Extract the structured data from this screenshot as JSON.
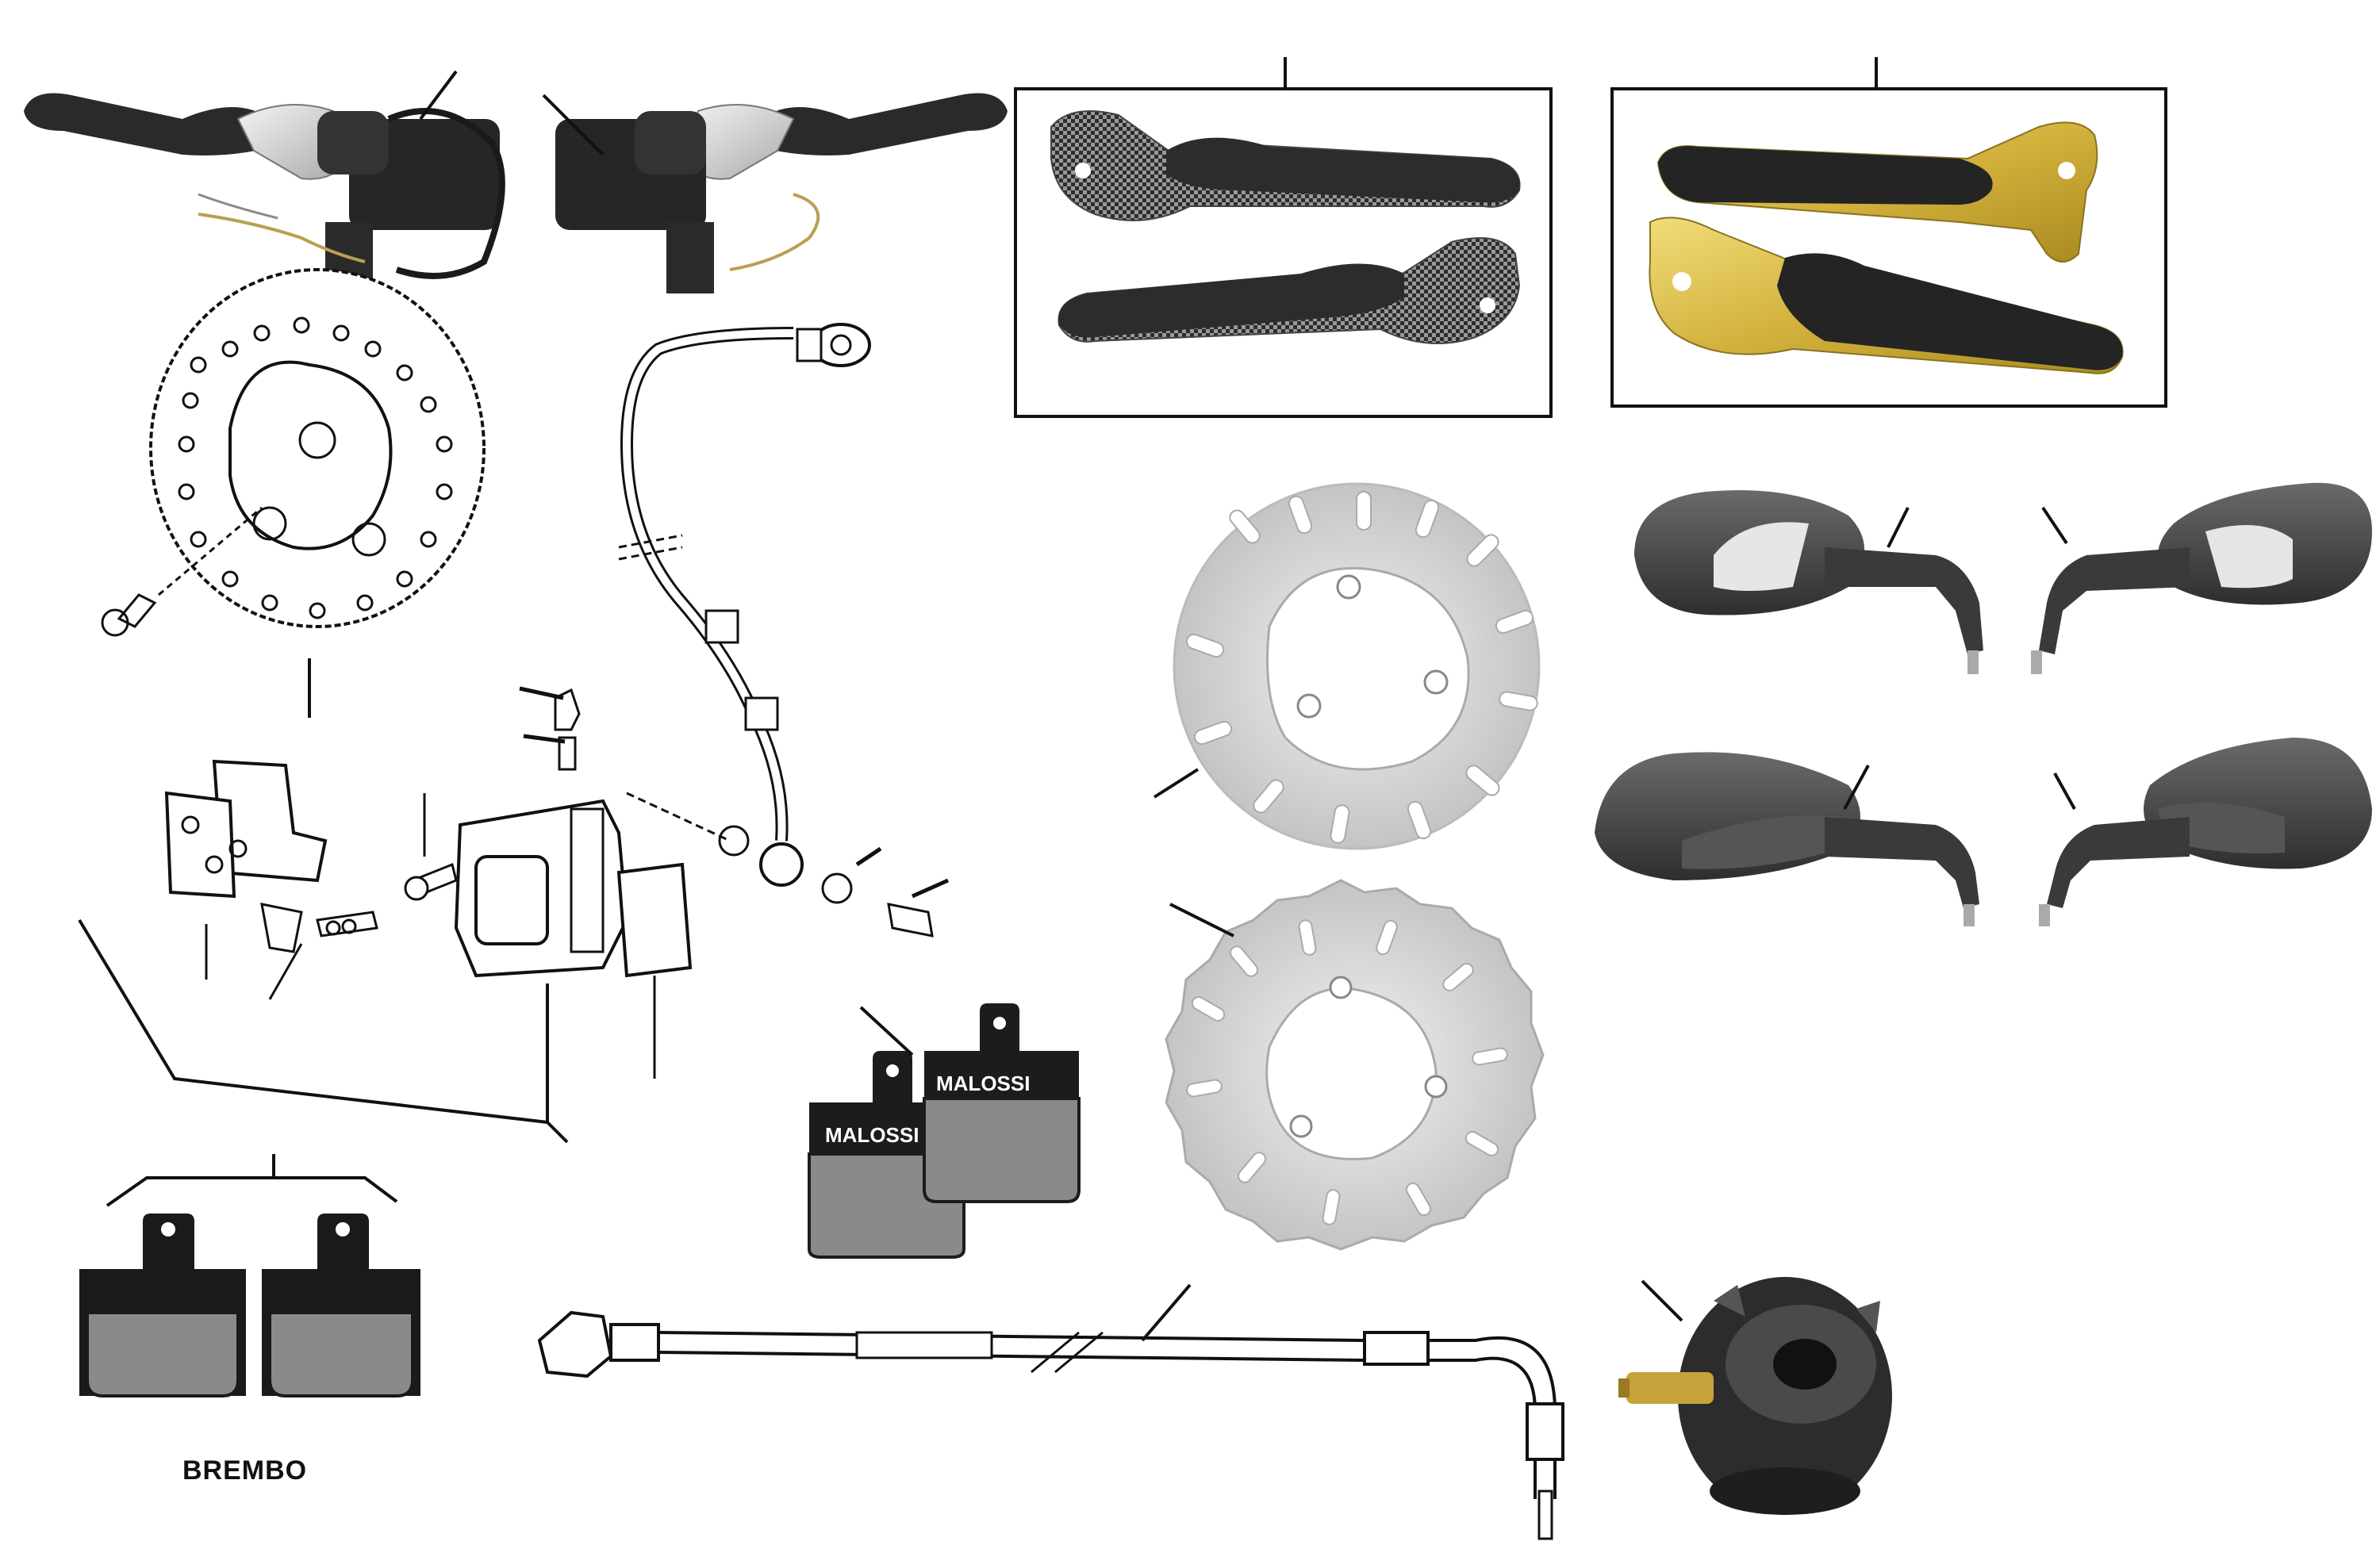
{
  "brands": {
    "brembo": "BREMBO",
    "malossi_front": "MALOSSI",
    "malossi_back": "MALOSSI"
  },
  "colors": {
    "line": "#111111",
    "metal": "#c9c9c9",
    "dark_part": "#3a3a3a",
    "gold": "#d4b23a",
    "pad_friction": "#8a8a8a",
    "mirror": "#4a4a4a"
  }
}
